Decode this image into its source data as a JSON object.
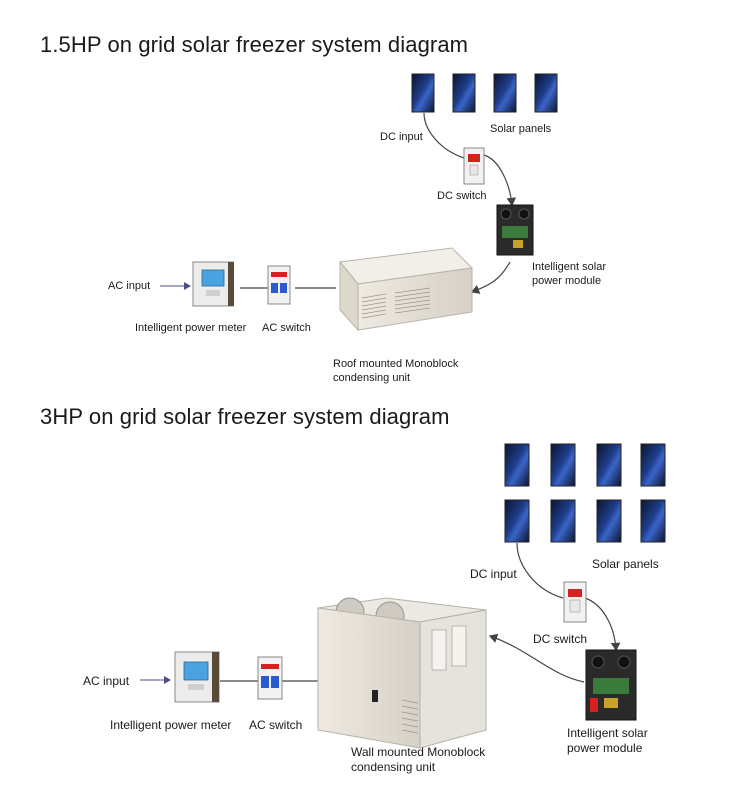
{
  "diagram1": {
    "title": "1.5HP on grid solar freezer system diagram",
    "labels": {
      "dc_input": "DC input",
      "solar_panels": "Solar panels",
      "dc_switch": "DC switch",
      "module_line1": "Intelligent solar",
      "module_line2": "power module",
      "ac_input": "AC input",
      "power_meter": "Intelligent power meter",
      "ac_switch": "AC switch",
      "unit_line1": "Roof mounted Monoblock",
      "unit_line2": "condensing unit"
    }
  },
  "diagram2": {
    "title": "3HP on grid solar freezer system diagram",
    "labels": {
      "dc_input": "DC input",
      "solar_panels": "Solar panels",
      "dc_switch": "DC switch",
      "module_line1": "Intelligent solar",
      "module_line2": "power module",
      "ac_input": "AC input",
      "power_meter": "Intelligent power meter",
      "ac_switch": "AC switch",
      "unit_line1": "Wall mounted Monoblock",
      "unit_line2": "condensing unit"
    }
  },
  "colors": {
    "panel_dark": "#0c1a3a",
    "panel_glow": "#3a64c8",
    "breaker_red": "#d82020",
    "breaker_blue": "#2a5ad0",
    "meter_screen": "#4aa3e0",
    "wire": "#444444",
    "arrow_input": "#4d4d8c"
  }
}
